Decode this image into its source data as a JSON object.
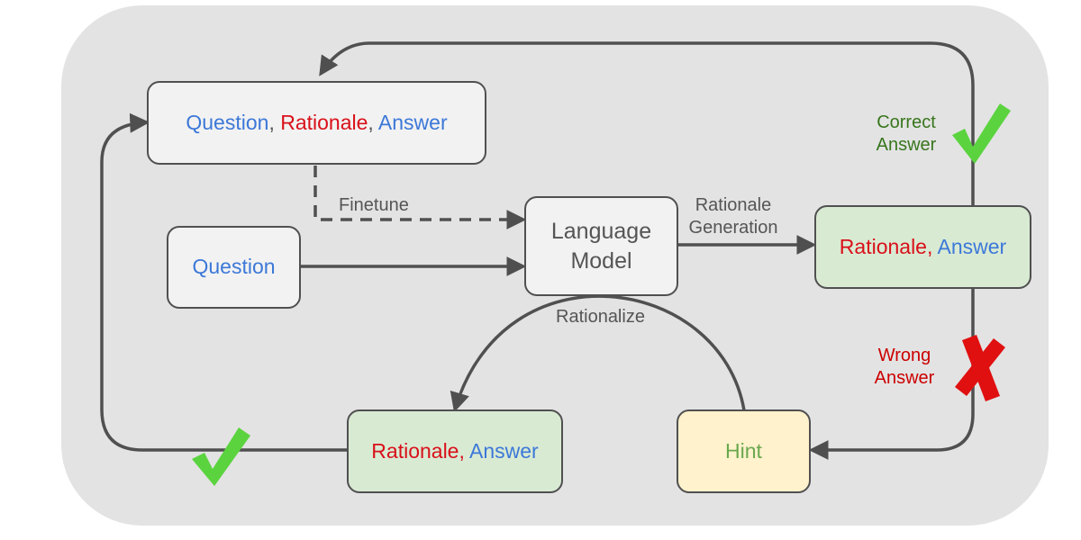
{
  "boxes": {
    "qra": {
      "question": "Question",
      "comma1": ", ",
      "rationale": "Rationale",
      "comma2": ", ",
      "answer": "Answer"
    },
    "question": {
      "text": "Question"
    },
    "model": {
      "line1": "Language",
      "line2": "Model"
    },
    "ra_right": {
      "rationale": "Rationale,",
      "answer": "Answer"
    },
    "ra_bottom": {
      "rationale": "Rationale,",
      "answer": "Answer"
    },
    "hint": {
      "text": "Hint"
    }
  },
  "labels": {
    "finetune": "Finetune",
    "rationale_generation": {
      "line1": "Rationale",
      "line2": "Generation"
    },
    "rationalize": "Rationalize",
    "correct": {
      "line1": "Correct",
      "line2": "Answer"
    },
    "wrong": {
      "line1": "Wrong",
      "line2": "Answer"
    }
  },
  "colors": {
    "question_text": "#3c78d8",
    "rationale_text": "#d9101a",
    "hint_text": "#6aa84f",
    "check_mark": "#5bd33f",
    "cross_mark": "#e01010",
    "arrow": "#4f4f4f"
  },
  "icons": [
    "check-mark-icon",
    "cross-mark-icon"
  ]
}
